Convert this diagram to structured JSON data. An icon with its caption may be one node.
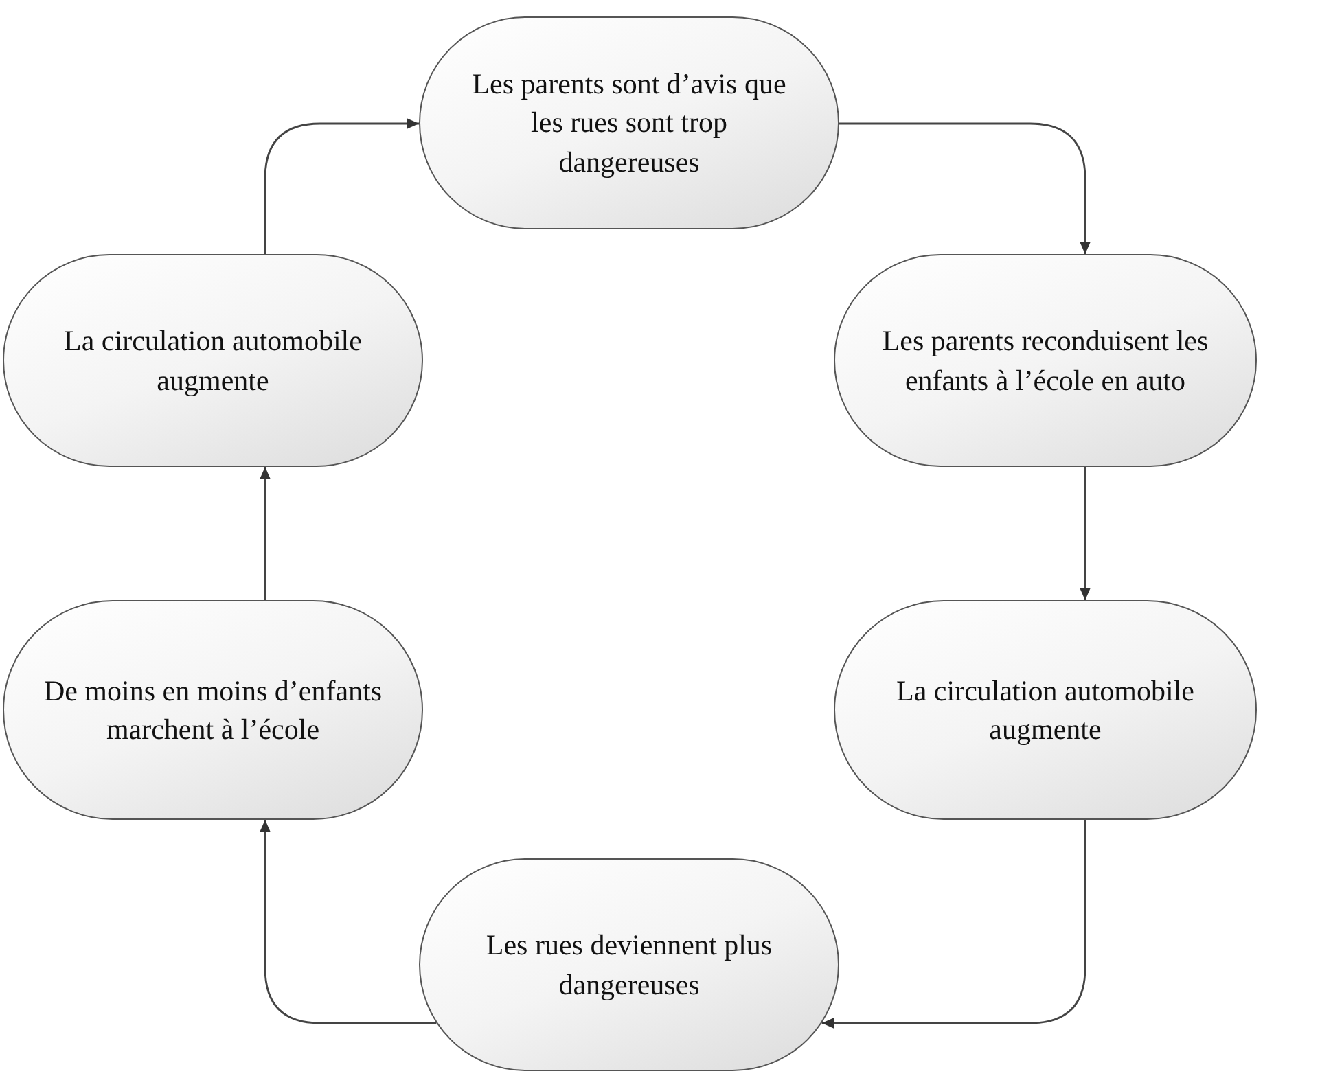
{
  "diagram": {
    "nodes": [
      {
        "text": [
          "Les parents sont d’avis que les rues sont trop dangereuses"
        ]
      },
      {
        "text": [
          "Les parents reconduisent les enfants à l’école en auto"
        ]
      },
      {
        "text": [
          "La circulation automobile augmente"
        ]
      },
      {
        "text": [
          "Les rues deviennent plus dangereuses"
        ]
      },
      {
        "text": [
          "De moins en moins d’enfants marchent à l’école"
        ]
      },
      {
        "text": [
          "La circulation automobile augmente"
        ]
      }
    ],
    "edges": [
      {
        "from": 0,
        "to": 1,
        "arrow": "to"
      },
      {
        "from": 1,
        "to": 2,
        "arrow": "to"
      },
      {
        "from": 2,
        "to": 3,
        "arrow": "to"
      },
      {
        "from": 3,
        "to": 4,
        "arrow": "to"
      },
      {
        "from": 4,
        "to": 5,
        "arrow": "to"
      },
      {
        "from": 5,
        "to": 0,
        "arrow": "to"
      }
    ]
  }
}
